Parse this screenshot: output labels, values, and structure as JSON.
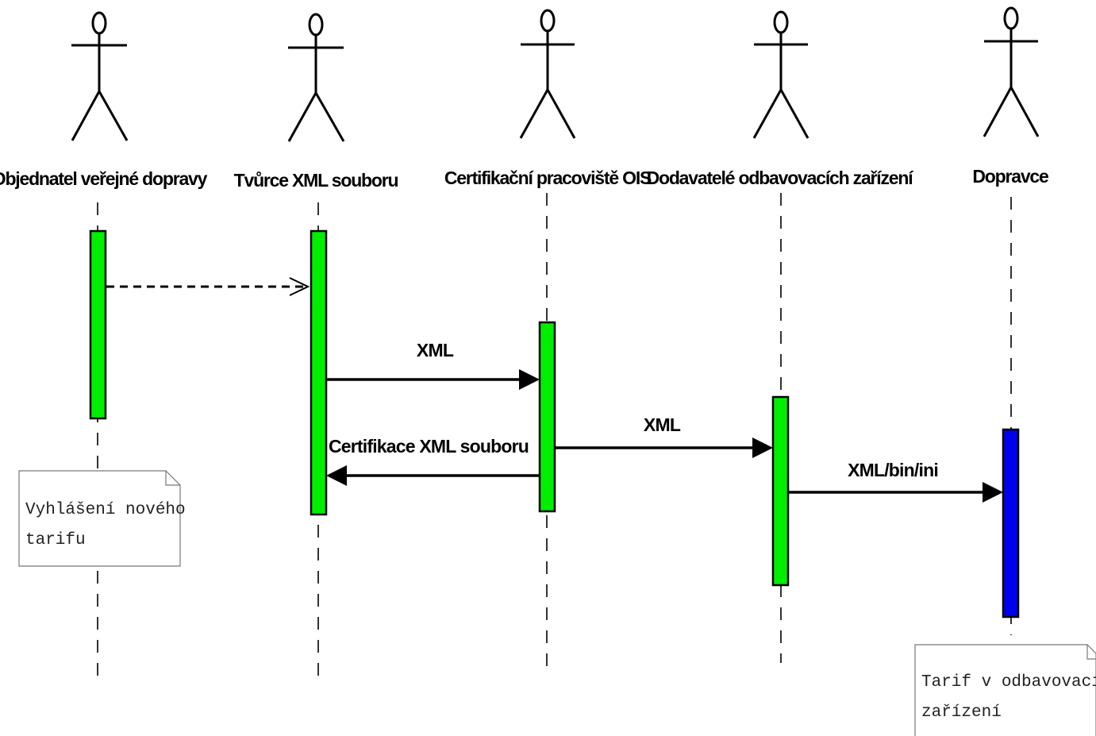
{
  "actors": [
    {
      "name": "Objednatel veřejné dopravy"
    },
    {
      "name": "Tvůrce XML souboru"
    },
    {
      "name": "Certifikační pracoviště OIS"
    },
    {
      "name": "Dodavatelé odbavovacích zařízení"
    },
    {
      "name": "Dopravce"
    }
  ],
  "messages": [
    {
      "from": "Objednatel veřejné dopravy",
      "to": "Tvůrce XML souboru",
      "label": "",
      "style": "dashed-open-arrow"
    },
    {
      "from": "Tvůrce XML souboru",
      "to": "Certifikační pracoviště OIS",
      "label": "XML",
      "style": "solid-filled-arrow"
    },
    {
      "from": "Certifikační pracoviště OIS",
      "to": "Tvůrce XML souboru",
      "label": "Certifikace XML souboru",
      "style": "solid-filled-arrow"
    },
    {
      "from": "Certifikační pracoviště OIS",
      "to": "Dodavatelé odbavovacích zařízení",
      "label": "XML",
      "style": "solid-filled-arrow"
    },
    {
      "from": "Dodavatelé odbavovacích zařízení",
      "to": "Dopravce",
      "label": "XML/bin/ini",
      "style": "solid-filled-arrow"
    }
  ],
  "notes": [
    {
      "lines": [
        "Vyhlášení nového",
        "tarifu"
      ]
    },
    {
      "lines": [
        "Tarif v odbavovacím",
        "zařízení"
      ]
    }
  ],
  "colors": {
    "activation_green": "#00ee00",
    "activation_blue": "#0000ee",
    "line": "#000000",
    "note_border": "#777777"
  }
}
